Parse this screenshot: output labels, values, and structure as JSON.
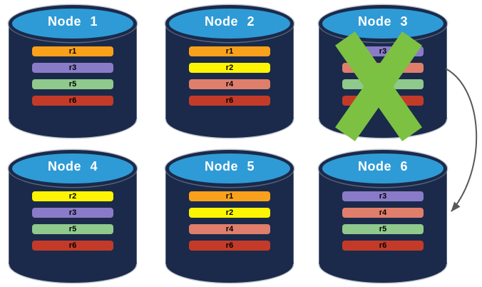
{
  "theme": {
    "background": "#ffffff",
    "cylinder_body": "#1B2A4A",
    "cylinder_top_fill": "#2E9BD6",
    "cylinder_outline": "#8C96AA",
    "title_color": "#ffffff",
    "bar_text_color": "#000000",
    "x_mark_color": "#7CC142",
    "arrow_color": "#58595B"
  },
  "replica_colors": {
    "r1": "#F9A11B",
    "r2": "#FCF403",
    "r3": "#8A7BC8",
    "r4": "#E07E6C",
    "r5": "#8FC98C",
    "r6": "#C33B28"
  },
  "nodes": [
    {
      "title": "Node 1",
      "failed": false,
      "replicas": [
        {
          "label": "r1",
          "color": "#F9A11B"
        },
        {
          "label": "r3",
          "color": "#8A7BC8"
        },
        {
          "label": "r5",
          "color": "#8FC98C"
        },
        {
          "label": "r6",
          "color": "#C33B28"
        }
      ]
    },
    {
      "title": "Node 2",
      "failed": false,
      "replicas": [
        {
          "label": "r1",
          "color": "#F9A11B"
        },
        {
          "label": "r2",
          "color": "#FCF403"
        },
        {
          "label": "r4",
          "color": "#E07E6C"
        },
        {
          "label": "r6",
          "color": "#C33B28"
        }
      ]
    },
    {
      "title": "Node 3",
      "failed": true,
      "replicas": [
        {
          "label": "r3",
          "color": "#8A7BC8"
        },
        {
          "label": "",
          "color": "#E07E6C"
        },
        {
          "label": "",
          "color": "#8FC98C"
        },
        {
          "label": "",
          "color": "#C33B28"
        }
      ]
    },
    {
      "title": "Node 4",
      "failed": false,
      "replicas": [
        {
          "label": "r2",
          "color": "#FCF403"
        },
        {
          "label": "r3",
          "color": "#8A7BC8"
        },
        {
          "label": "r5",
          "color": "#8FC98C"
        },
        {
          "label": "r6",
          "color": "#C33B28"
        }
      ]
    },
    {
      "title": "Node 5",
      "failed": false,
      "replicas": [
        {
          "label": "r1",
          "color": "#F9A11B"
        },
        {
          "label": "r2",
          "color": "#FCF403"
        },
        {
          "label": "r4",
          "color": "#E07E6C"
        },
        {
          "label": "r6",
          "color": "#C33B28"
        }
      ]
    },
    {
      "title": "Node 6",
      "failed": false,
      "replicas": [
        {
          "label": "r3",
          "color": "#8A7BC8"
        },
        {
          "label": "r4",
          "color": "#E07E6C"
        },
        {
          "label": "r5",
          "color": "#8FC98C"
        },
        {
          "label": "r6",
          "color": "#C33B28"
        }
      ]
    }
  ],
  "arrow": {
    "from": "Node 3",
    "to": "Node 6"
  }
}
